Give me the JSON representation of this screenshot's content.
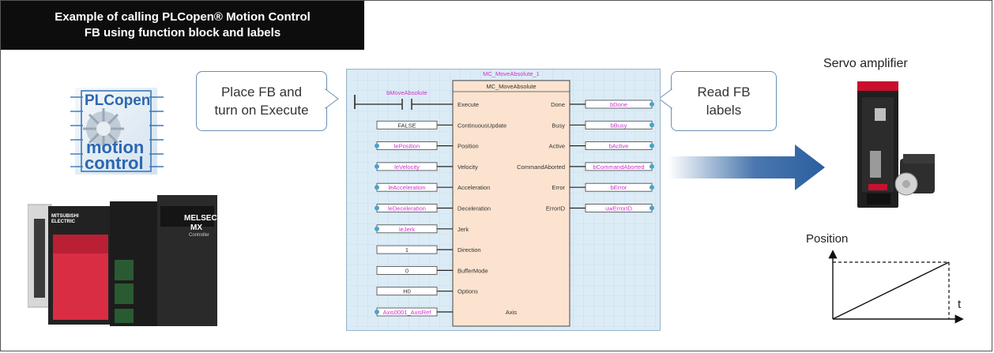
{
  "header": {
    "title_line1": "Example of calling PLCopen® Motion Control",
    "title_line2": "FB using function block and labels"
  },
  "callouts": {
    "left_line1": "Place FB and",
    "left_line2": "turn on Execute",
    "right_line1": "Read FB",
    "right_line2": "labels"
  },
  "plcopen_logo": {
    "top": "PLCopen",
    "bottom_line1": "motion",
    "bottom_line2": "control"
  },
  "controller": {
    "brand": "MITSUBISHI ELECTRIC",
    "series_line1": "MELSEC",
    "series_line2": "MX",
    "series_line3": "Controller"
  },
  "fb": {
    "instance": "MC_MoveAbsolute_1",
    "type": "MC_MoveAbsolute",
    "execute_contact": "bMoveAbsolute",
    "inputs": [
      {
        "pin": "Execute",
        "label": ""
      },
      {
        "pin": "ContinuousUpdate",
        "label": "FALSE"
      },
      {
        "pin": "Position",
        "label": "lePosition"
      },
      {
        "pin": "Velocity",
        "label": "leVelocity"
      },
      {
        "pin": "Acceleration",
        "label": "leAcceleration"
      },
      {
        "pin": "Deceleration",
        "label": "leDeceleration"
      },
      {
        "pin": "Jerk",
        "label": "leJerk"
      },
      {
        "pin": "Direction",
        "label": "1"
      },
      {
        "pin": "BufferMode",
        "label": "0"
      },
      {
        "pin": "Options",
        "label": "H0"
      }
    ],
    "outputs": [
      {
        "pin": "Done",
        "label": "bDone"
      },
      {
        "pin": "Busy",
        "label": "bBusy"
      },
      {
        "pin": "Active",
        "label": "bActive"
      },
      {
        "pin": "CommandAborted",
        "label": "bCommandAborted"
      },
      {
        "pin": "Error",
        "label": "bError"
      },
      {
        "pin": "ErrorID",
        "label": "uwErrorID"
      }
    ],
    "axis_label": "Axis0001_AxisRef",
    "axis_pin": "Axis"
  },
  "servo": {
    "title": "Servo amplifier"
  },
  "graph": {
    "ylabel": "Position",
    "xlabel": "t"
  },
  "colors": {
    "header_bg": "#0d0d0d",
    "fb_body": "#fbe3cf",
    "grid_bg": "#dcecf6",
    "label_text": "#cc33cc",
    "arrow_blue": "#2a5fa0",
    "callout_border": "#6d8fb3"
  }
}
